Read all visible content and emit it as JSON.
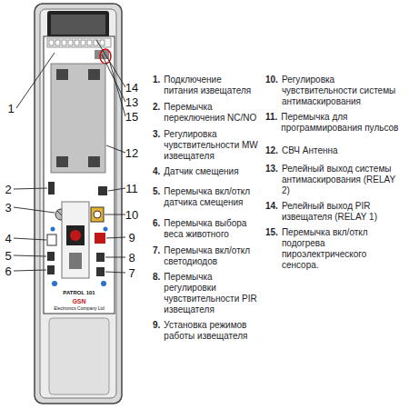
{
  "diagram": {
    "labels": [
      "1",
      "2",
      "3",
      "4",
      "5",
      "6",
      "14",
      "13",
      "15",
      "12",
      "11",
      "10",
      "9",
      "8",
      "7",
      "PATROL 101",
      "GSN",
      "Electronics Company Ltd",
      "1.",
      "Подключение питания извещателя",
      "2.",
      "Перемычка переключения NC/NO",
      "3.",
      "Регулировка чувствительности MW извещателя",
      "4.",
      "Датчик смещения",
      "5.",
      "Перемычка вкл/откл датчика смещения",
      "6.",
      "Перемычка выбора веса животного",
      "7.",
      "Перемычка вкл/откл светодиодов",
      "8.",
      "Перемычка регулировки чувствительности PIR извещателя",
      "9.",
      "Установка режимов работы извещателя",
      "10.",
      "Регулировка чувствительности системы антимаскирования",
      "11.",
      "Перемычка для программирования пульсов",
      "12.",
      "СВЧ Антенна",
      "13.",
      "Релейный выход системы антимаскирования (RELAY 2)",
      "14.",
      "Релейный выход PIR извещателя (RELAY 1)",
      "15.",
      "Перемычка вкл/откл подогрева пироэлектрического сенсора."
    ]
  }
}
